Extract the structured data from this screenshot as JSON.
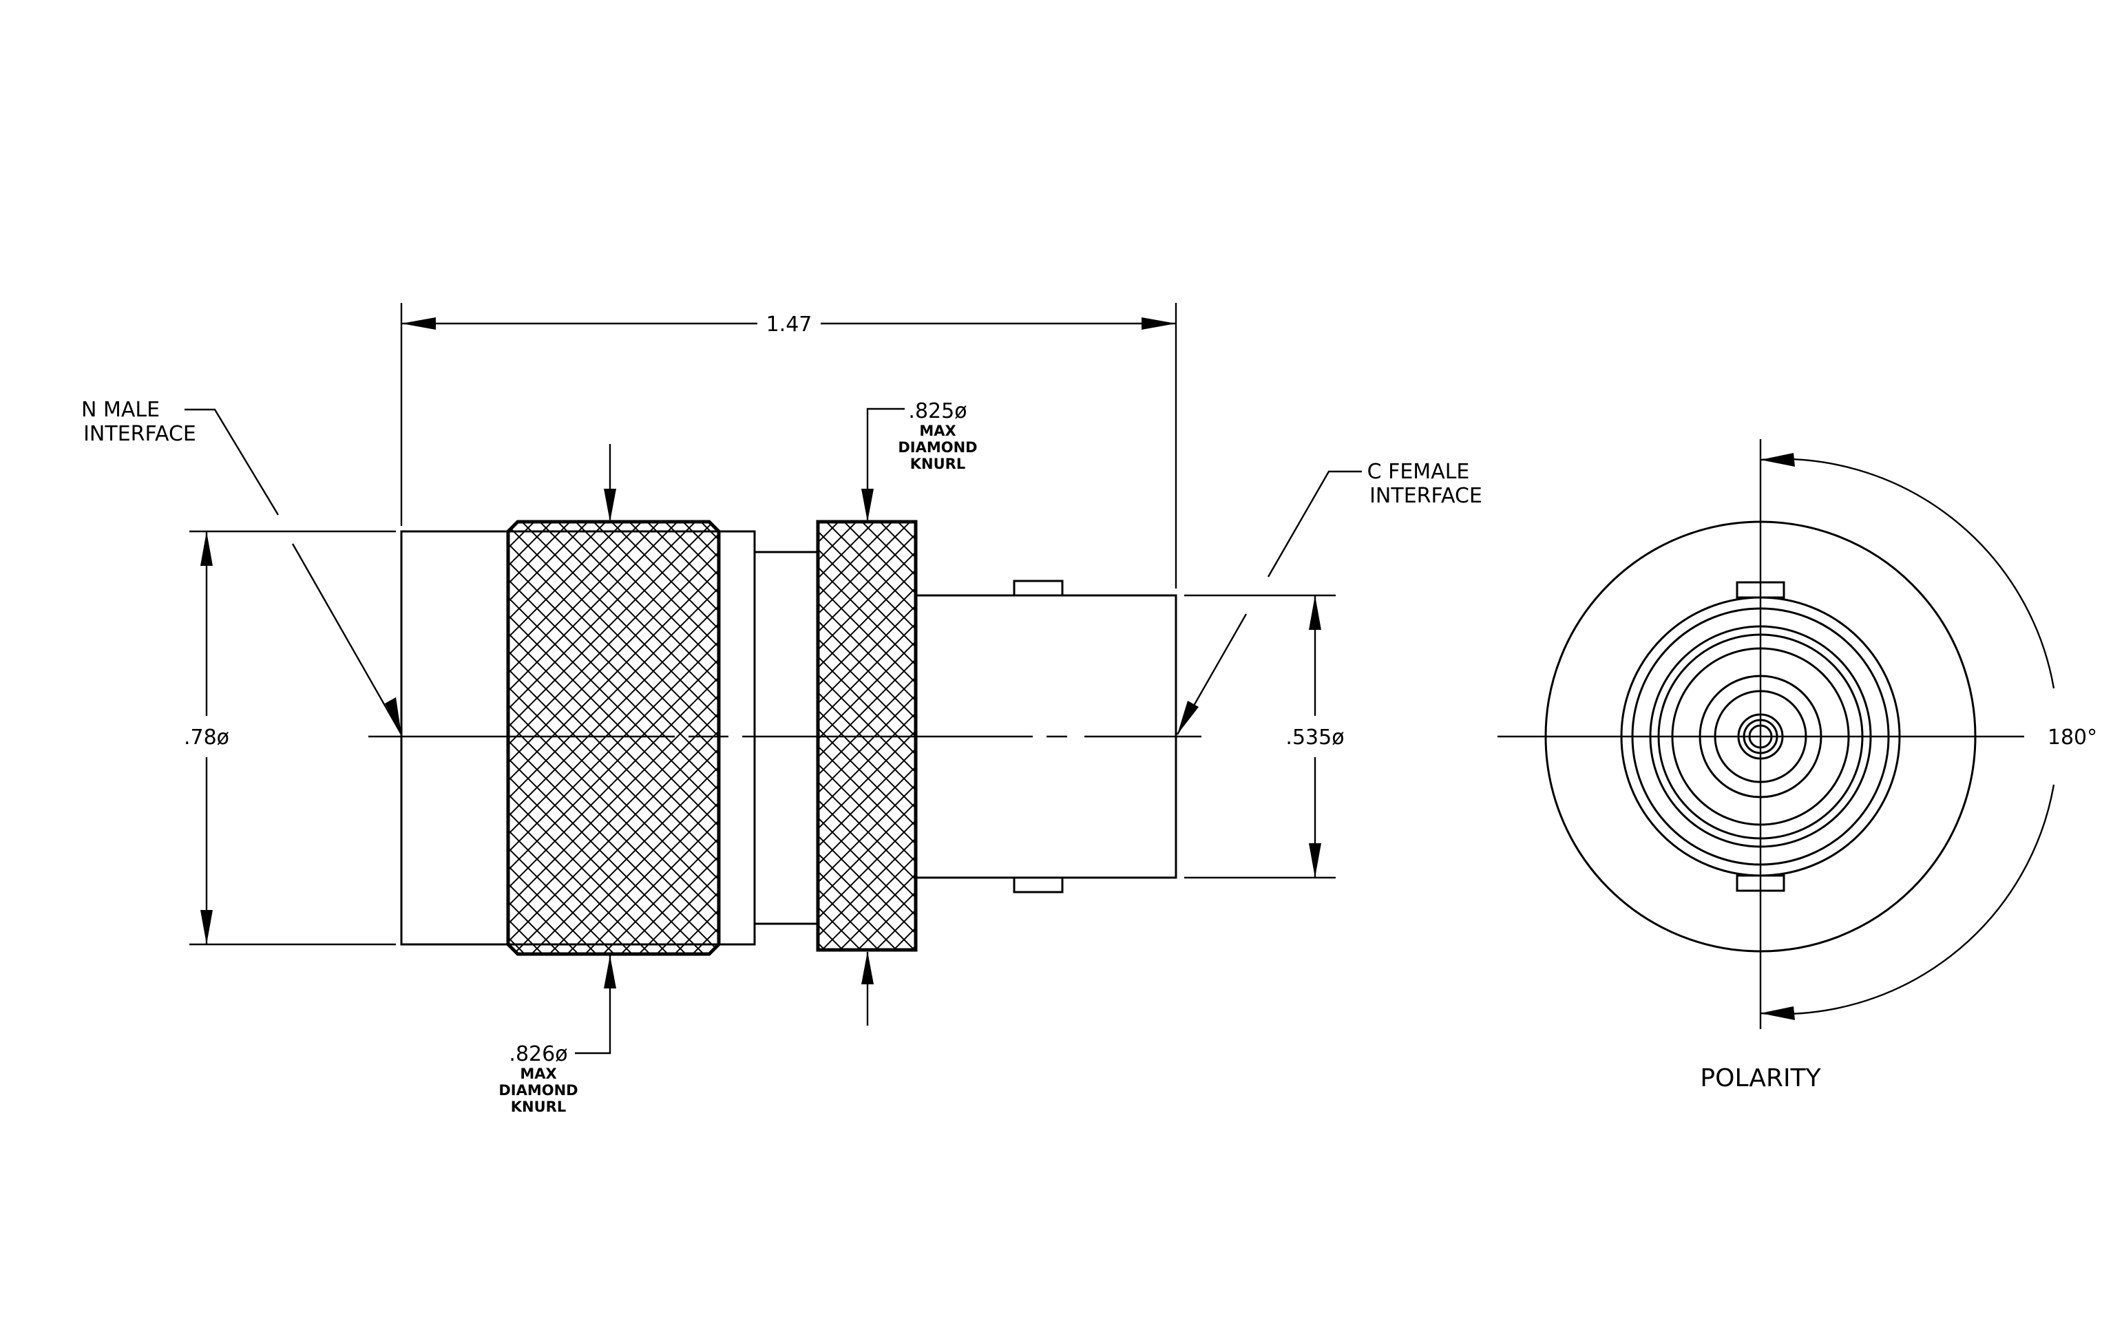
{
  "diagram": {
    "dimensions": {
      "overall_length": "1.47",
      "n_male_diameter": ".78ø",
      "c_female_diameter": ".535ø"
    },
    "notes": {
      "n_male": [
        "N MALE",
        "INTERFACE"
      ],
      "c_female": [
        "C FEMALE",
        "INTERFACE"
      ],
      "knurl_right": [
        ".825ø",
        "MAX",
        "DIAMOND",
        "KNURL"
      ],
      "knurl_left": [
        ".826ø",
        "MAX",
        "DIAMOND",
        "KNURL"
      ]
    },
    "end_view": {
      "angle": "180°",
      "caption": "POLARITY"
    }
  }
}
